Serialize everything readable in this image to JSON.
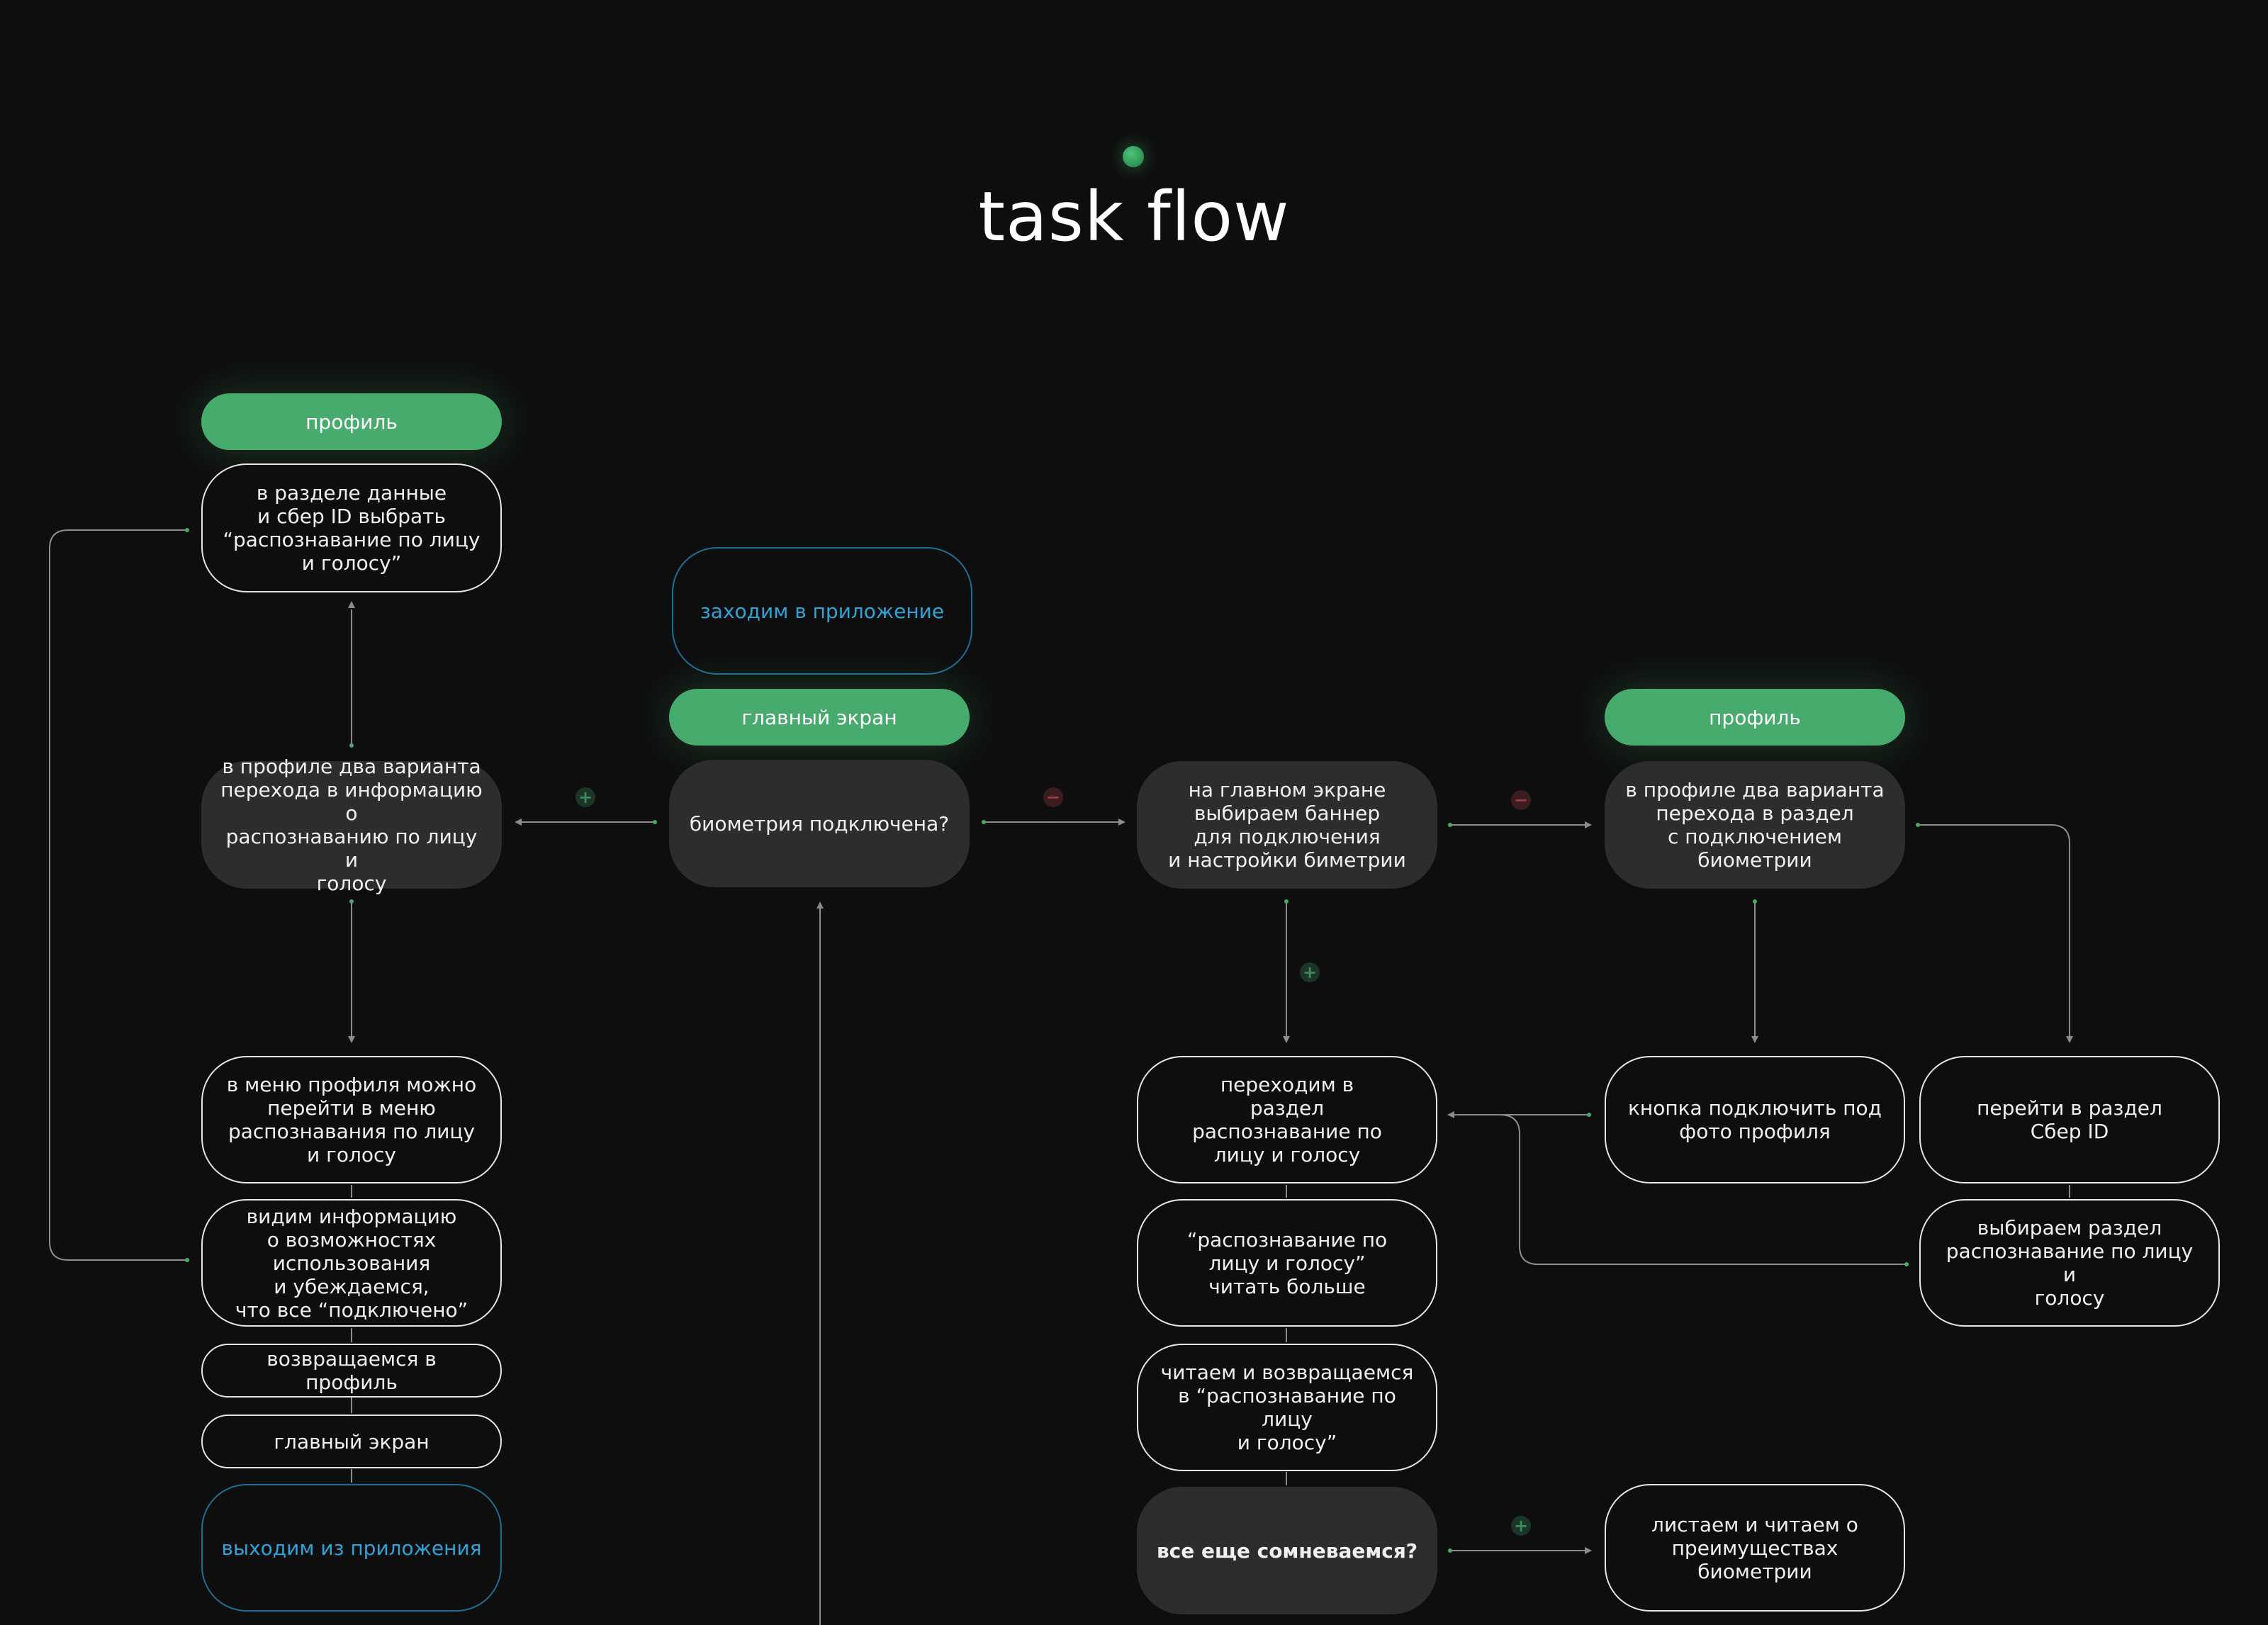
{
  "title": "task flow",
  "colors": {
    "background": "#0e0e0e",
    "accent_green": "#46ab6d",
    "node_fill": "#2d2d2d",
    "entry_blue": "#2fa3d6",
    "connector": "#8c8c8c",
    "plus": "#3c8d5c",
    "minus": "#9a3d43"
  },
  "nodes": {
    "profile_label_left": "профиль",
    "sber_id_step": "в разделе данные\nи сбер ID выбрать\n“распознавание по лицу\nи голосу”",
    "profile_two_ways_left": "в профиле два варианта\nперехода в информацию о\nраспознаванию по лицу и\nголосу",
    "profile_menu": "в меню профиля можно\nперейти в меню\nраспознавания по лицу\nи голосу",
    "see_info": "видим информацию\nо возможностях\nиспользования\nи убеждаемся,\nчто все “подключено”",
    "return_profile": "возвращаемся в профиль",
    "main_screen_bottom": "главный экран",
    "exit_app": "выходим из приложения",
    "enter_app": "заходим в приложение",
    "main_screen_label": "главный экран",
    "biometrics_question": "биометрия подключена?",
    "banner_step": "на главном экране\nвыбираем баннер\nдля подключения\nи настройки биметрии",
    "profile_label_right": "профиль",
    "profile_two_ways_right": "в профиле два варианта\nперехода в раздел\nс подключением\nбиометрии",
    "go_to_section": "переходим в\nраздел\nраспознавание по\nлицу и голосу",
    "read_more": "“распознавание по\nлицу и голосу”\nчитать больше",
    "read_return": "читаем и возвращаемся\nв “распознавание по лицу\nи голосу”",
    "still_doubt": "все еще сомневаемся?",
    "photo_button": "кнопка подключить под\nфото профиля",
    "sber_id_section": "перейти в раздел\nСбер ID",
    "choose_section": "выбираем раздел\nраспознавание по лицу и\nголосу",
    "scroll_advantages": "листаем и читаем о\nпреимуществах\nбиометрии"
  },
  "badges": {
    "yes": "+",
    "no": "−"
  }
}
